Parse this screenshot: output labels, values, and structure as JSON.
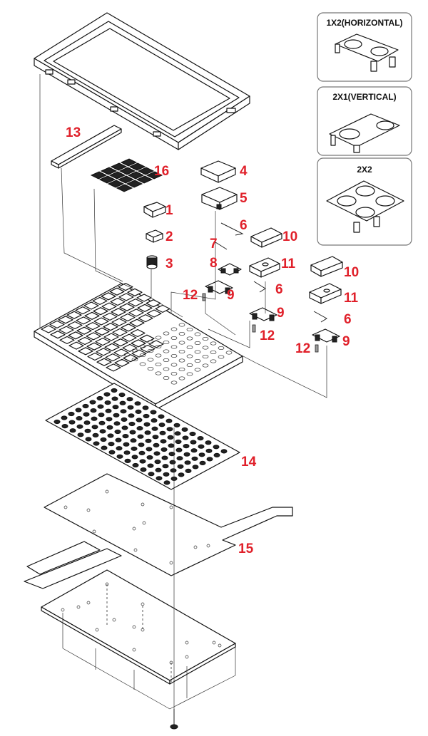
{
  "callouts": {
    "c1": "1",
    "c2": "2",
    "c3": "3",
    "c4": "4",
    "c5": "5",
    "c6a": "6",
    "c6b": "6",
    "c6c": "6",
    "c7": "7",
    "c8": "8",
    "c9a": "9",
    "c9b": "9",
    "c9c": "9",
    "c10a": "10",
    "c10b": "10",
    "c11a": "11",
    "c11b": "11",
    "c12a": "12",
    "c12b": "12",
    "c12c": "12",
    "c13": "13",
    "c14": "14",
    "c15": "15",
    "c16": "16"
  },
  "inset_boxes": [
    {
      "title": "1X2(HORIZONTAL)"
    },
    {
      "title": "2X1(VERTICAL)"
    },
    {
      "title": "2X2"
    }
  ],
  "colors": {
    "callout": "#e0202a",
    "line": "#222222",
    "background": "#ffffff"
  }
}
